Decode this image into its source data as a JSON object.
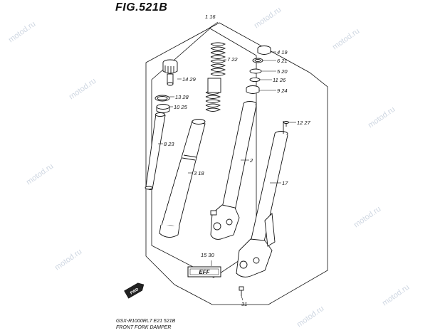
{
  "figure": {
    "title": "FIG.521B"
  },
  "watermark": "motod.ru",
  "callouts": [
    {
      "id": "c116",
      "label": "1 16"
    },
    {
      "id": "c722",
      "label": "7 22"
    },
    {
      "id": "c419",
      "label": "4 19"
    },
    {
      "id": "c621",
      "label": "6 21"
    },
    {
      "id": "c520",
      "label": "5 20"
    },
    {
      "id": "c1126",
      "label": "11 26"
    },
    {
      "id": "c924",
      "label": "9 24"
    },
    {
      "id": "c1429",
      "label": "14 29"
    },
    {
      "id": "c1328",
      "label": "13 28"
    },
    {
      "id": "c1025",
      "label": "10 25"
    },
    {
      "id": "c1227",
      "label": "12 27"
    },
    {
      "id": "c823",
      "label": "8 23"
    },
    {
      "id": "c2",
      "label": "2"
    },
    {
      "id": "c318",
      "label": "3 18"
    },
    {
      "id": "c17",
      "label": "17"
    },
    {
      "id": "c1530",
      "label": "15 30"
    },
    {
      "id": "c31",
      "label": "31"
    }
  ],
  "efp_badge": "EFF",
  "fwd_badge": "FWD",
  "footer": {
    "model": "GSX-R1000RL7  E21  521B",
    "description": "FRONT FORK DAMPER"
  },
  "colors": {
    "line": "#111111",
    "watermark": "#cfd7e2",
    "background": "#ffffff"
  }
}
